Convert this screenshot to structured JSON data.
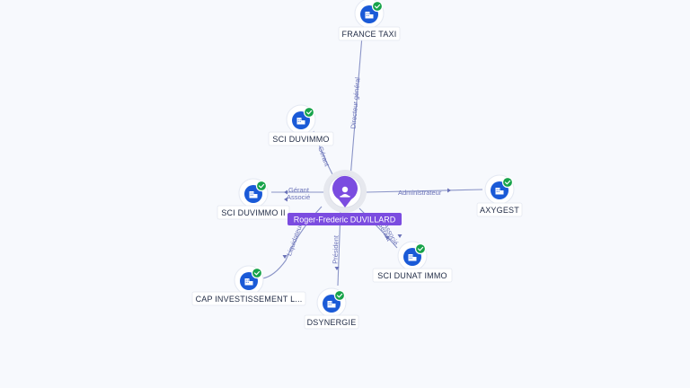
{
  "center": {
    "label": "Roger-Frederic DUVILLARD",
    "icon": "person-icon",
    "accent": "#7b4ce0"
  },
  "nodes": [
    {
      "id": "france-taxi",
      "label": "FRANCE TAXI",
      "icon": "building-icon",
      "status": "verified-check-icon"
    },
    {
      "id": "sci-duvimmo",
      "label": "SCI DUVIMMO",
      "icon": "building-icon",
      "status": "verified-check-icon"
    },
    {
      "id": "sci-duvimmo-ii",
      "label": "SCI DUVIMMO II",
      "icon": "building-icon",
      "status": "verified-check-icon"
    },
    {
      "id": "axygest",
      "label": "AXYGEST",
      "icon": "building-icon",
      "status": "verified-check-icon"
    },
    {
      "id": "cap-investissement",
      "label": "CAP INVESTISSEMENT L...",
      "icon": "building-icon",
      "status": "verified-check-icon"
    },
    {
      "id": "dsynergie",
      "label": "DSYNERGIE",
      "icon": "building-icon",
      "status": "verified-check-icon"
    },
    {
      "id": "sci-dunat-immo",
      "label": "SCI DUNAT IMMO",
      "icon": "building-icon",
      "status": "verified-check-icon"
    }
  ],
  "edges": [
    {
      "to": "france-taxi",
      "labels": [
        "Directeur général"
      ]
    },
    {
      "to": "sci-duvimmo",
      "labels": [
        "Gérant"
      ]
    },
    {
      "to": "sci-duvimmo-ii",
      "labels": [
        "Gérant",
        "Associé"
      ]
    },
    {
      "to": "axygest",
      "labels": [
        "Administrateur"
      ]
    },
    {
      "to": "cap-investissement",
      "labels": [
        "Liquidateur"
      ]
    },
    {
      "to": "dsynergie",
      "labels": [
        "Président"
      ]
    },
    {
      "to": "sci-dunat-immo",
      "labels": [
        "Gérant",
        "Associé"
      ]
    }
  ],
  "colors": {
    "background": "#f7f9fd",
    "edge": "#8a94c7",
    "edge_label": "#6a72b8",
    "company_icon": "#1a5ad7",
    "verified_badge": "#17a34a"
  }
}
